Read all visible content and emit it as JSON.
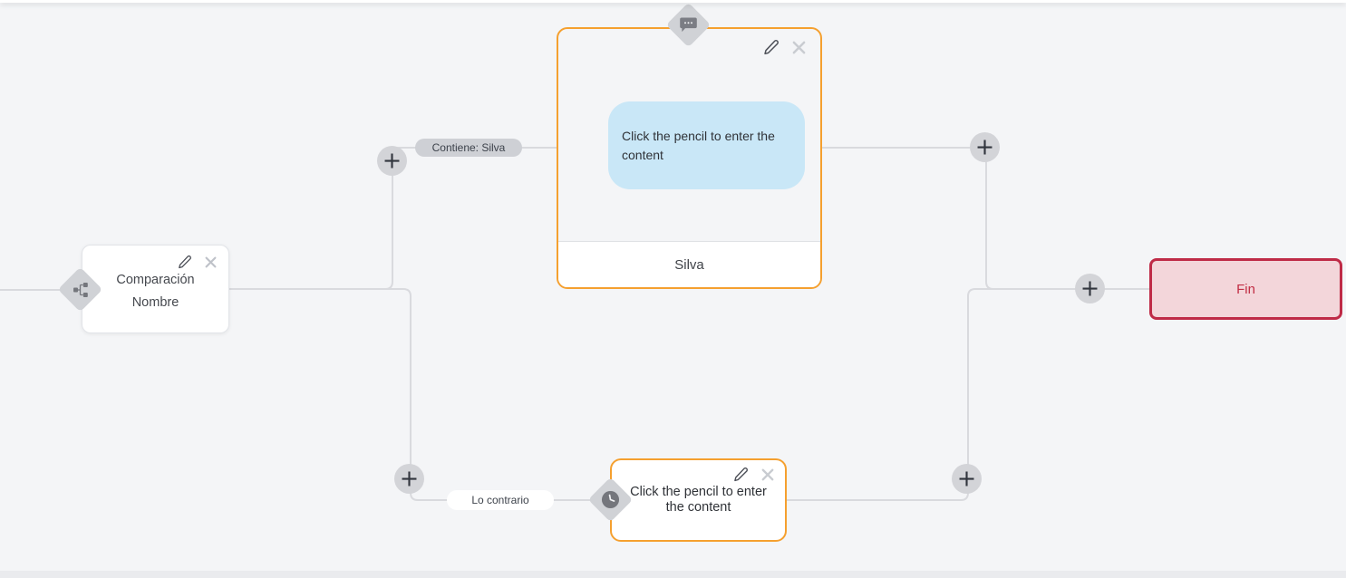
{
  "canvas": {
    "background": "#f4f5f7",
    "connector_color": "#d9dade"
  },
  "colors": {
    "node_accent_orange": "#f5a02f",
    "end_node_border": "#bf2b47",
    "end_node_bg": "#f3d6da",
    "end_node_text": "#c22f45",
    "bubble_bg": "#c9e7f7",
    "plus_circle_bg": "#d3d4d8",
    "diamond_bg": "#d0d2d6"
  },
  "condition_node": {
    "title_line1": "Comparación",
    "title_line2": "Nombre",
    "icon": "branch-icon"
  },
  "message_node": {
    "bubble_text": "Click the pencil to enter the content",
    "footer_label": "Silva",
    "icon": "chat-bubble-icon"
  },
  "delay_node": {
    "text": "Click the pencil to enter the content",
    "icon": "clock-icon"
  },
  "end_node": {
    "label": "Fin"
  },
  "edge_labels": {
    "condition_true": "Contiene: Silva",
    "condition_false": "Lo contrario"
  }
}
